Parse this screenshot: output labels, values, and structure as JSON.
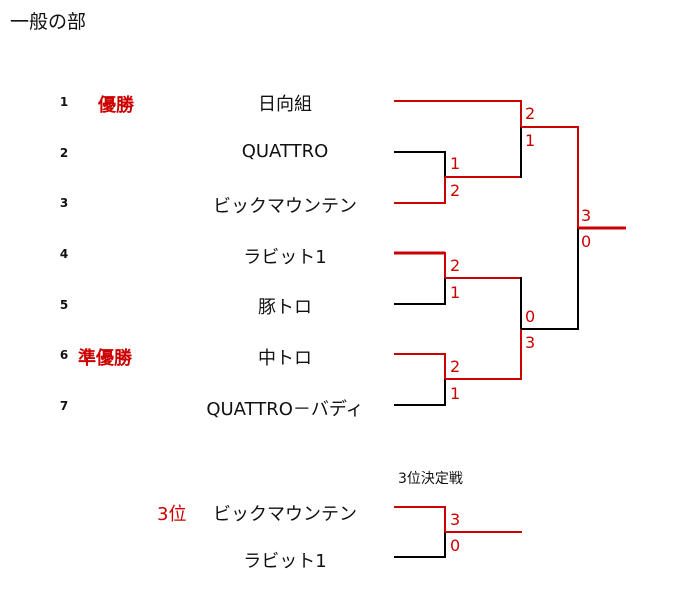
{
  "title": "一般の部",
  "teams": [
    {
      "seed": "1",
      "name": "日向組",
      "award": "優勝"
    },
    {
      "seed": "2",
      "name": "QUATTRO",
      "award": ""
    },
    {
      "seed": "3",
      "name": "ビックマウンテン",
      "award": ""
    },
    {
      "seed": "4",
      "name": "ラビット1",
      "award": ""
    },
    {
      "seed": "5",
      "name": "豚トロ",
      "award": ""
    },
    {
      "seed": "6",
      "name": "中トロ",
      "award": "準優勝"
    },
    {
      "seed": "7",
      "name": "QUATTRO－バディ",
      "award": ""
    }
  ],
  "scores": {
    "m23_top": "1",
    "m23_bot": "2",
    "m45_top": "2",
    "m45_bot": "1",
    "m67_top": "2",
    "m67_bot": "1",
    "semi1_top": "2",
    "semi1_bot": "1",
    "semi2_top": "0",
    "semi2_bot": "3",
    "final_top": "3",
    "final_bot": "0",
    "third_top": "3",
    "third_bot": "0"
  },
  "third_place": {
    "heading": "3位決定戦",
    "award": "3位",
    "team_a": "ビックマウンテン",
    "team_b": "ラビット1"
  },
  "colors": {
    "win": "#cc0000",
    "lose": "#000000"
  }
}
